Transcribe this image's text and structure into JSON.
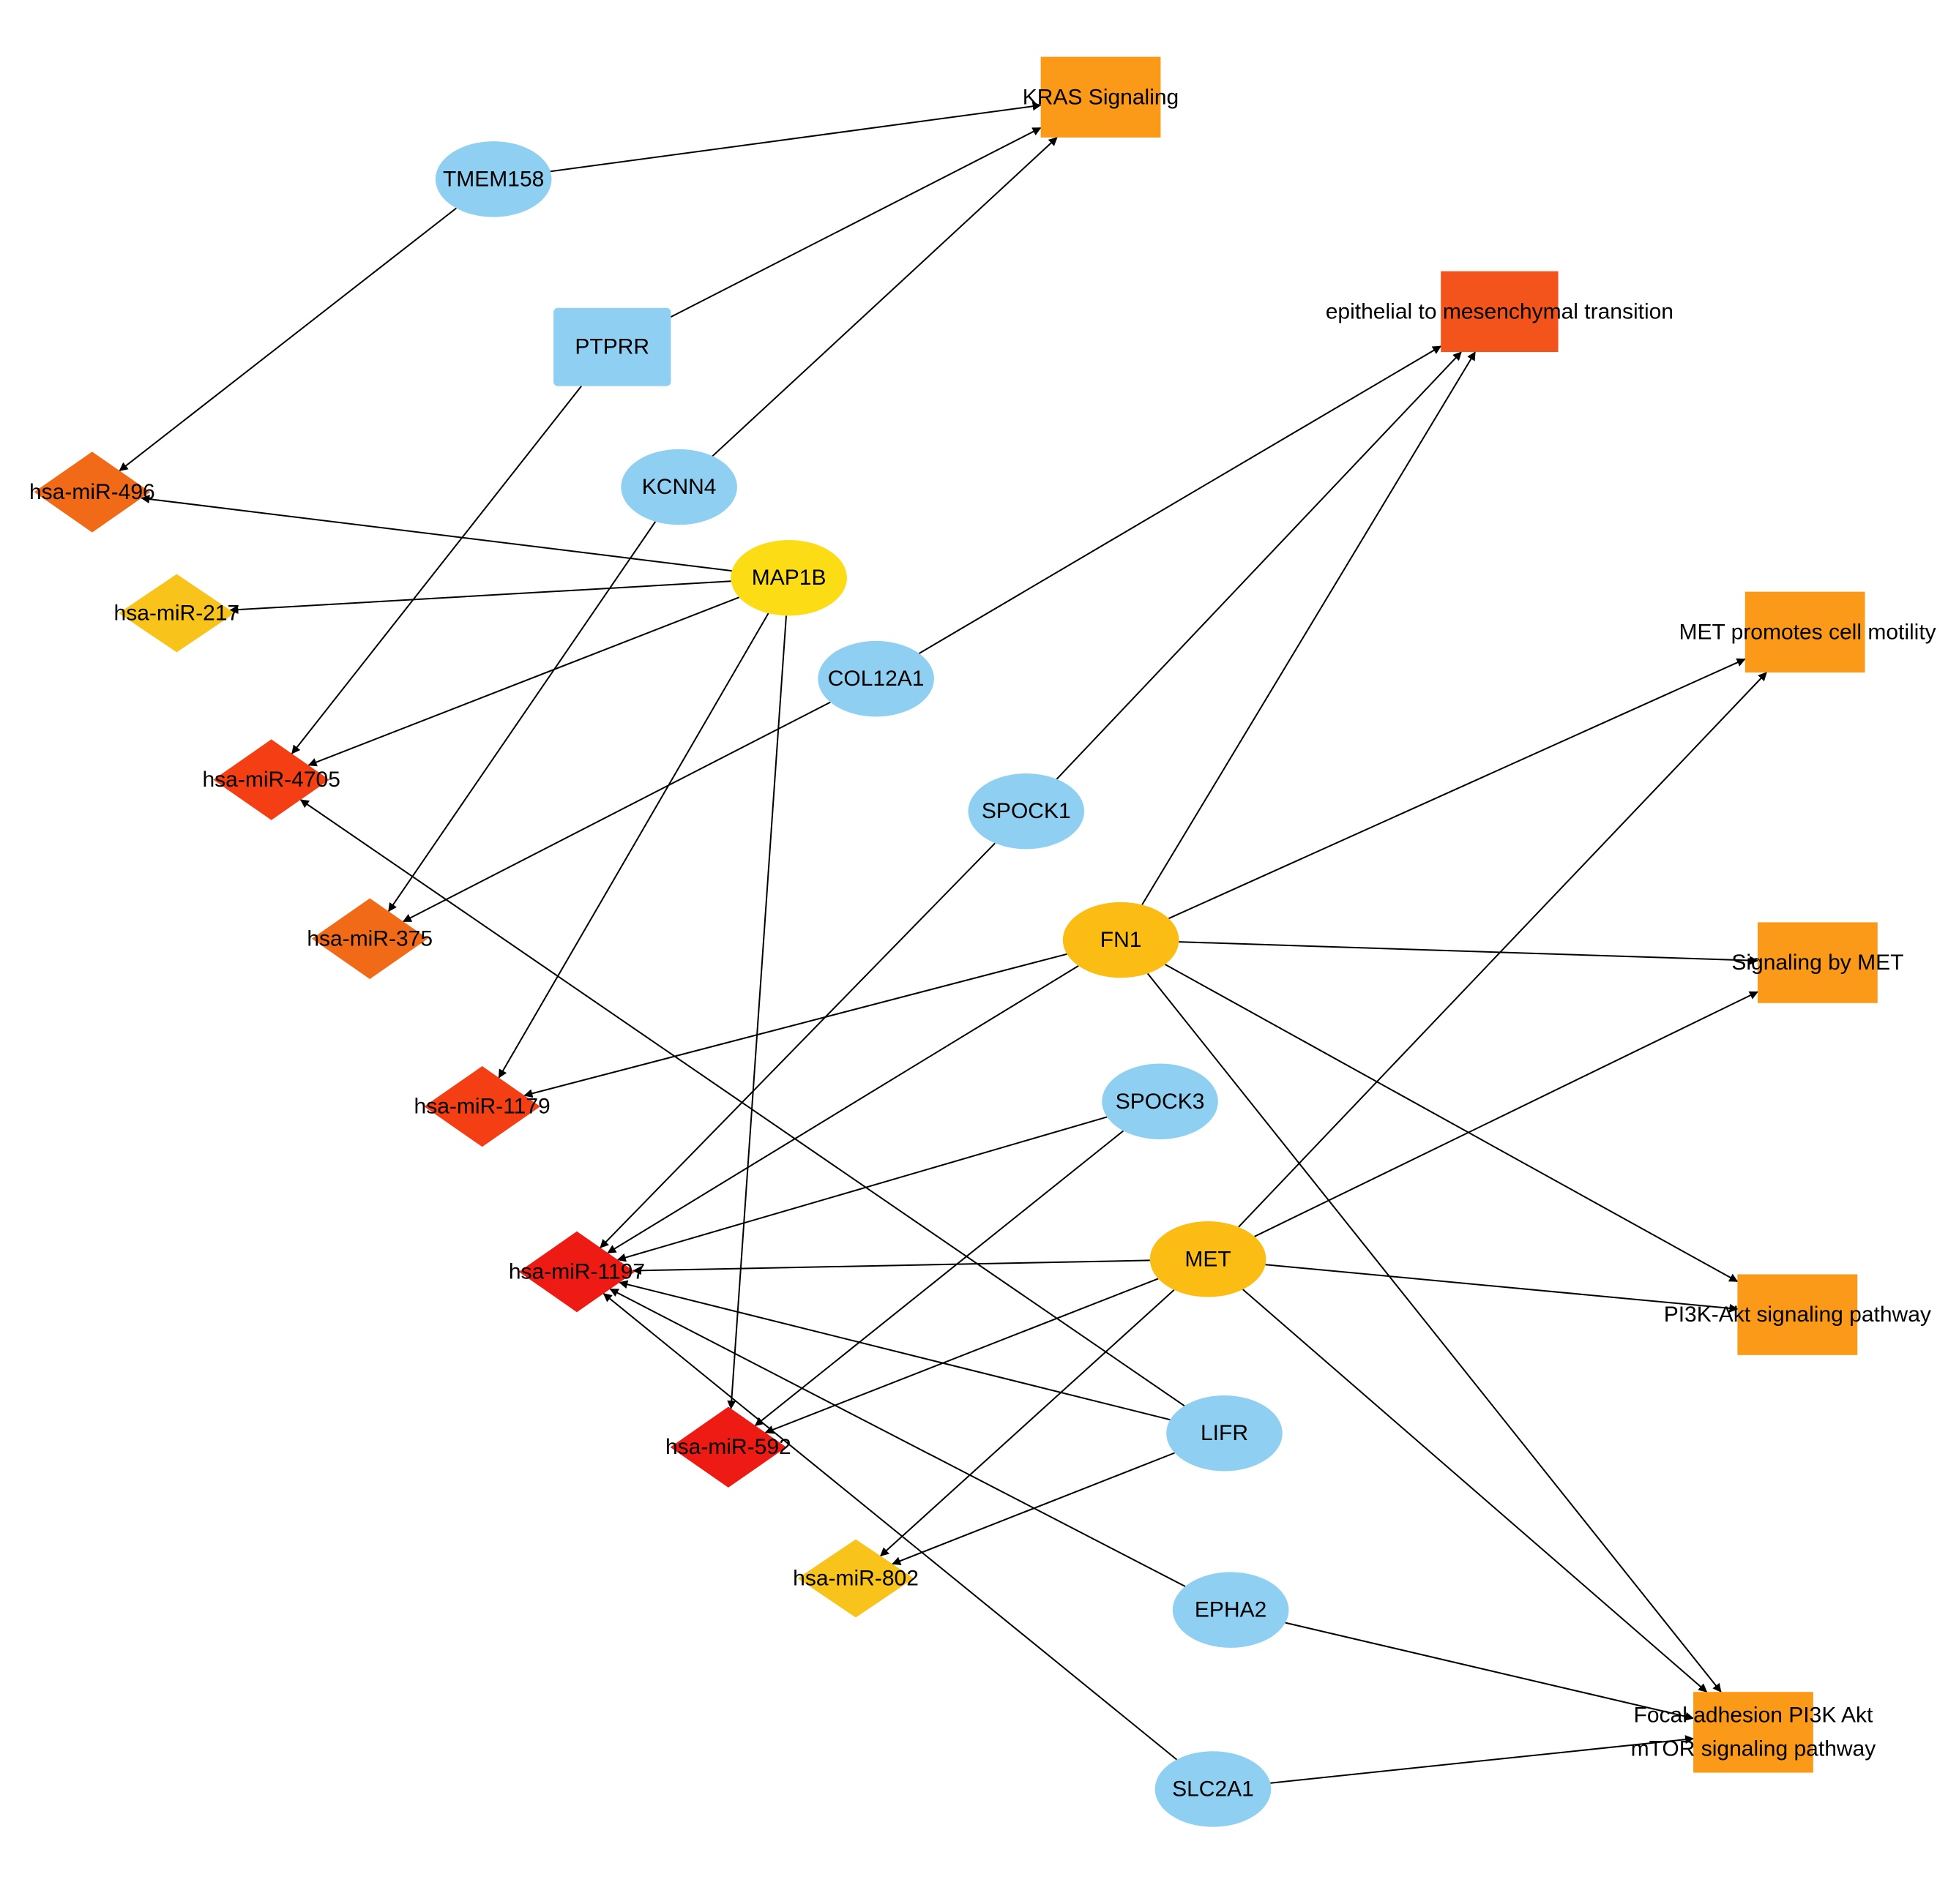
{
  "colors": {
    "gene": "#8ecff2",
    "hub_gene": "#fbbd14",
    "map1b": "#fcdc14",
    "mirna_yellow": "#f8c41c",
    "mirna_orange": "#f06a18",
    "mirna_redorange": "#f43e14",
    "mirna_red": "#ee1a14",
    "pathway_orange": "#fb9a18",
    "pathway_deep": "#f3541c",
    "edge": "#000000",
    "background": "#ffffff"
  },
  "nodes": [
    {
      "id": "kras",
      "label": "KRAS Signaling",
      "shape": "rect",
      "color": "pathway_orange"
    },
    {
      "id": "tmem158",
      "label": "TMEM158",
      "shape": "ellipse",
      "color": "gene"
    },
    {
      "id": "emt",
      "label": "epithelial to mesenchymal transition",
      "shape": "rect",
      "color": "pathway_deep"
    },
    {
      "id": "ptprr",
      "label": "PTPRR",
      "shape": "roundrect",
      "color": "gene"
    },
    {
      "id": "kcnn4",
      "label": "KCNN4",
      "shape": "ellipse",
      "color": "gene"
    },
    {
      "id": "mir496",
      "label": "hsa-miR-496",
      "shape": "diamond",
      "color": "mirna_orange"
    },
    {
      "id": "map1b",
      "label": "MAP1B",
      "shape": "ellipse",
      "color": "map1b"
    },
    {
      "id": "mir217",
      "label": "hsa-miR-217",
      "shape": "diamond",
      "color": "mirna_yellow"
    },
    {
      "id": "metmotility",
      "label": "MET promotes cell motility",
      "shape": "rect",
      "color": "pathway_orange"
    },
    {
      "id": "col12a1",
      "label": "COL12A1",
      "shape": "ellipse",
      "color": "gene"
    },
    {
      "id": "mir4705",
      "label": "hsa-miR-4705",
      "shape": "diamond",
      "color": "mirna_redorange"
    },
    {
      "id": "spock1",
      "label": "SPOCK1",
      "shape": "ellipse",
      "color": "gene"
    },
    {
      "id": "fn1",
      "label": "FN1",
      "shape": "ellipse",
      "color": "hub_gene"
    },
    {
      "id": "mir375",
      "label": "hsa-miR-375",
      "shape": "diamond",
      "color": "mirna_orange"
    },
    {
      "id": "sigmet",
      "label": "Signaling by MET",
      "shape": "rect",
      "color": "pathway_orange"
    },
    {
      "id": "mir1179",
      "label": "hsa-miR-1179",
      "shape": "diamond",
      "color": "mirna_redorange"
    },
    {
      "id": "spock3",
      "label": "SPOCK3",
      "shape": "ellipse",
      "color": "gene"
    },
    {
      "id": "mir1197",
      "label": "hsa-miR-1197",
      "shape": "diamond",
      "color": "mirna_red"
    },
    {
      "id": "met",
      "label": "MET",
      "shape": "ellipse",
      "color": "hub_gene"
    },
    {
      "id": "pi3k",
      "label": "PI3K-Akt signaling pathway",
      "shape": "rect",
      "color": "pathway_orange"
    },
    {
      "id": "lifr",
      "label": "LIFR",
      "shape": "ellipse",
      "color": "gene"
    },
    {
      "id": "mir592",
      "label": "hsa-miR-592",
      "shape": "diamond",
      "color": "mirna_red"
    },
    {
      "id": "mir802",
      "label": "hsa-miR-802",
      "shape": "diamond",
      "color": "mirna_yellow"
    },
    {
      "id": "epha2",
      "label": "EPHA2",
      "shape": "ellipse",
      "color": "gene"
    },
    {
      "id": "focal",
      "label": "Focal adhesion PI3K Akt mTOR signaling pathway",
      "shape": "rect",
      "color": "pathway_orange"
    },
    {
      "id": "slc2a1",
      "label": "SLC2A1",
      "shape": "ellipse",
      "color": "gene"
    }
  ],
  "edges": [
    [
      "tmem158",
      "kras"
    ],
    [
      "ptprr",
      "kras"
    ],
    [
      "kcnn4",
      "kras"
    ],
    [
      "tmem158",
      "mir496"
    ],
    [
      "map1b",
      "mir496"
    ],
    [
      "map1b",
      "mir217"
    ],
    [
      "map1b",
      "mir4705"
    ],
    [
      "map1b",
      "mir1179"
    ],
    [
      "map1b",
      "mir592"
    ],
    [
      "ptprr",
      "mir4705"
    ],
    [
      "kcnn4",
      "mir375"
    ],
    [
      "col12a1",
      "mir375"
    ],
    [
      "col12a1",
      "emt"
    ],
    [
      "spock1",
      "emt"
    ],
    [
      "fn1",
      "emt"
    ],
    [
      "spock1",
      "mir1197"
    ],
    [
      "fn1",
      "metmotility"
    ],
    [
      "fn1",
      "sigmet"
    ],
    [
      "fn1",
      "pi3k"
    ],
    [
      "fn1",
      "focal"
    ],
    [
      "fn1",
      "mir1179"
    ],
    [
      "fn1",
      "mir1197"
    ],
    [
      "spock3",
      "mir1197"
    ],
    [
      "spock3",
      "mir592"
    ],
    [
      "met",
      "metmotility"
    ],
    [
      "met",
      "sigmet"
    ],
    [
      "met",
      "pi3k"
    ],
    [
      "met",
      "focal"
    ],
    [
      "met",
      "mir1197"
    ],
    [
      "met",
      "mir592"
    ],
    [
      "met",
      "mir802"
    ],
    [
      "lifr",
      "mir4705"
    ],
    [
      "lifr",
      "mir1197"
    ],
    [
      "lifr",
      "mir802"
    ],
    [
      "epha2",
      "mir1197"
    ],
    [
      "epha2",
      "focal"
    ],
    [
      "slc2a1",
      "mir1197"
    ],
    [
      "slc2a1",
      "focal"
    ]
  ]
}
